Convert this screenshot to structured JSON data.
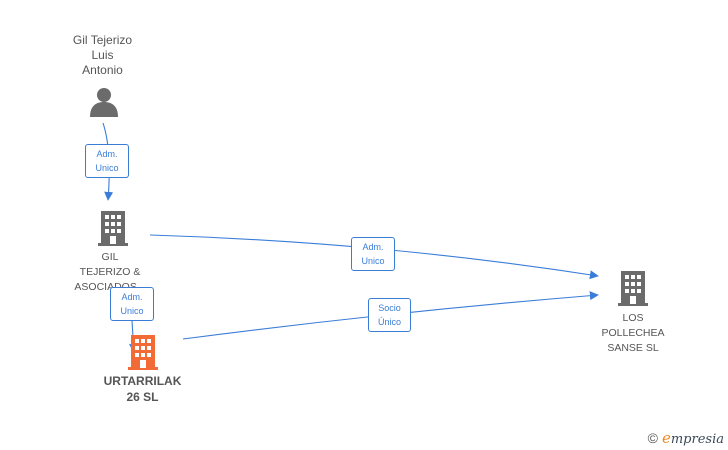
{
  "nodes": {
    "person": {
      "lines": [
        "Gil Tejerizo",
        "Luis",
        "Antonio"
      ],
      "icon": "person-icon"
    },
    "gil_tejerizo": {
      "lines": [
        "GIL",
        "TEJERIZO &",
        "ASOCIADOS..."
      ],
      "icon": "building-icon"
    },
    "urtarrilak": {
      "lines": [
        "URTARRILAK",
        "26  SL"
      ],
      "icon": "building-icon"
    },
    "los_pollechea": {
      "lines": [
        "LOS",
        "POLLECHEA",
        "SANSE  SL"
      ],
      "icon": "building-icon"
    }
  },
  "edges": [
    {
      "from": "person",
      "to": "gil_tejerizo",
      "label": [
        "Adm.",
        "Unico"
      ]
    },
    {
      "from": "gil_tejerizo",
      "to": "urtarrilak",
      "label": [
        "Adm.",
        "Unico"
      ]
    },
    {
      "from": "gil_tejerizo",
      "to": "los_pollechea",
      "label": [
        "Adm.",
        "Unico"
      ]
    },
    {
      "from": "urtarrilak",
      "to": "los_pollechea",
      "label": [
        "Socio",
        "Único"
      ]
    }
  ],
  "colors": {
    "edge": "#3a7dd8",
    "icon_default": "#6b6b6b",
    "icon_highlight": "#f26a35",
    "label_text": "#555555"
  },
  "brand": {
    "copyright": "©",
    "first_letter": "e",
    "rest": "mpresia"
  }
}
